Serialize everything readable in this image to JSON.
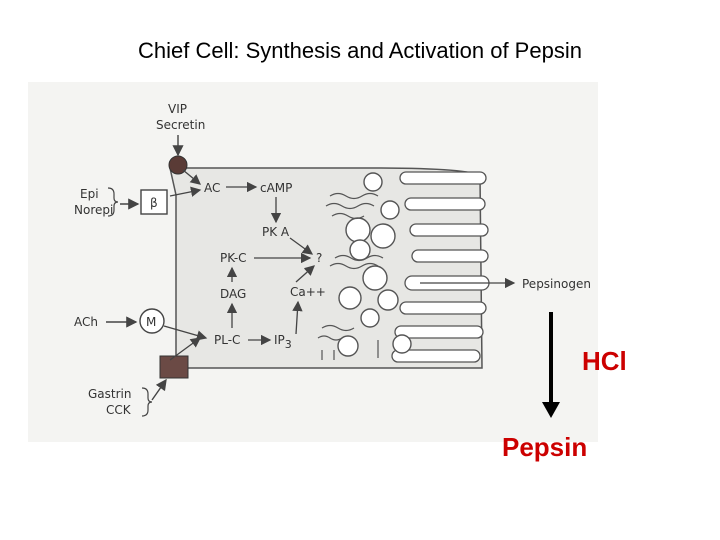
{
  "title": "Chief Cell:  Synthesis and Activation of Pepsin",
  "labels": {
    "vip": "VIP",
    "secretin": "Secretin",
    "epi": "Epi",
    "norepi": "Norepi",
    "beta": "β",
    "ac": "AC",
    "camp": "cAMP",
    "pka": "PK A",
    "pkc": "PK-C",
    "question": "?",
    "dag": "DAG",
    "ca": "Ca++",
    "ach": "ACh",
    "m": "M",
    "plc": "PL-C",
    "ip3": "IP",
    "ip3_sub": "3",
    "gastrin": "Gastrin",
    "cck": "CCK",
    "pepsinogen": "Pepsinogen"
  },
  "hcl": "HCl",
  "pepsin": "Pepsin",
  "colors": {
    "text": "#000000",
    "red": "#cc0000",
    "cell_fill": "#e7e7e4",
    "line": "#444444"
  }
}
